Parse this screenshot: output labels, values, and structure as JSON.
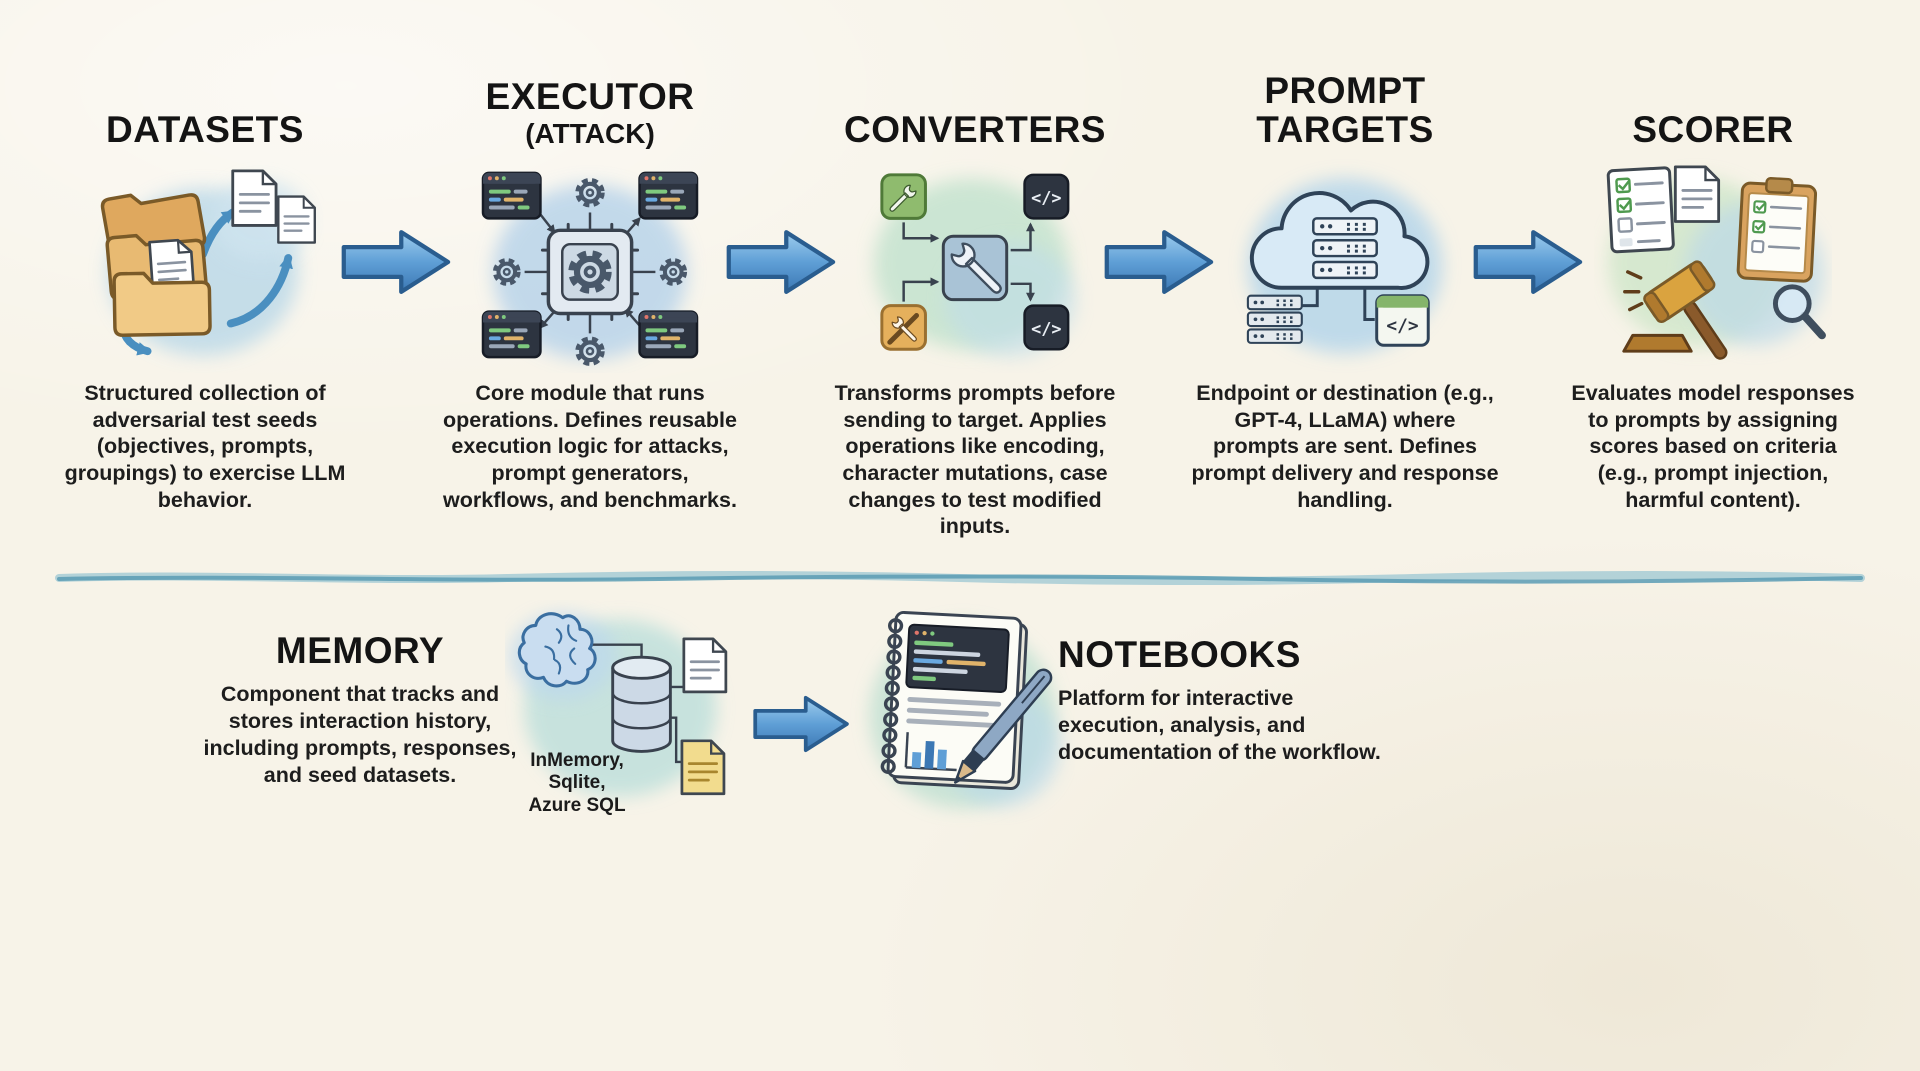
{
  "colors": {
    "background": "#f7f3e8",
    "text": "#1b1b1b",
    "arrow_blue": "#4a86c2",
    "divider_teal": "#5a9cb4"
  },
  "pipeline": {
    "stages": [
      {
        "title": "DATASETS",
        "icon": "folders-documents-icon",
        "description": "Structured collection of adversarial test seeds (objectives, prompts, groupings) to exercise LLM behavior."
      },
      {
        "title": "EXECUTOR",
        "subtitle": "(ATTACK)",
        "icon": "chip-gears-code-icon",
        "description": "Core module that runs operations. Defines reusable execution logic for attacks, prompt generators, workflows, and benchmarks."
      },
      {
        "title": "CONVERTERS",
        "icon": "wrench-transform-icon",
        "description": "Transforms prompts before sending to target. Applies operations like encoding, character mutations, case changes to test modified inputs."
      },
      {
        "title": "PROMPT TARGETS",
        "icon": "cloud-servers-icon",
        "description": "Endpoint or destination (e.g., GPT-4, LLaMA) where prompts are sent. Defines prompt delivery and response handling."
      },
      {
        "title": "SCORER",
        "icon": "gavel-checklist-icon",
        "description": "Evaluates model responses to prompts by assigning scores based on criteria (e.g., prompt injection, harmful content)."
      }
    ]
  },
  "bottom_row": {
    "memory": {
      "title": "MEMORY",
      "icon": "brain-database-icon",
      "description": "Component that tracks and stores interaction history, including prompts, responses, and seed datasets.",
      "storage_lines": [
        "InMemory,",
        "Sqlite,",
        "Azure SQL"
      ]
    },
    "notebooks": {
      "title": "NOTEBOOKS",
      "icon": "spiral-notebook-pen-icon",
      "description": "Platform for interactive execution, analysis, and documentation of the workflow."
    }
  },
  "icons": {
    "code_glyph": "</>"
  }
}
